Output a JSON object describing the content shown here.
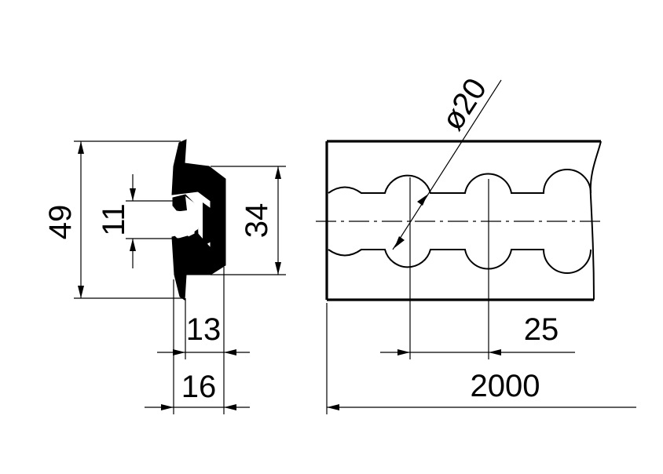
{
  "dimensions": {
    "total_height": "49",
    "slot_height": "11",
    "profile_height": "34",
    "profile_width_inner": "13",
    "profile_width_outer": "16",
    "hole_diameter": "ø20",
    "pitch": "25",
    "length": "2000"
  },
  "colors": {
    "line": "#000000",
    "profile_fill": "#000000",
    "background": "#ffffff"
  }
}
